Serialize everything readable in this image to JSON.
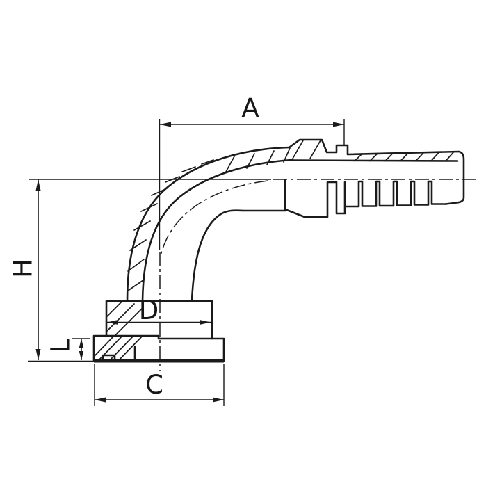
{
  "drawing": {
    "kind": "technical-section-drawing",
    "background": "#ffffff",
    "line_color": "#1b1b1b",
    "labels": {
      "tail_length": "A",
      "height": "H",
      "flange_thickness": "L",
      "flange_diameter": "C",
      "neck_diameter": "D"
    }
  }
}
